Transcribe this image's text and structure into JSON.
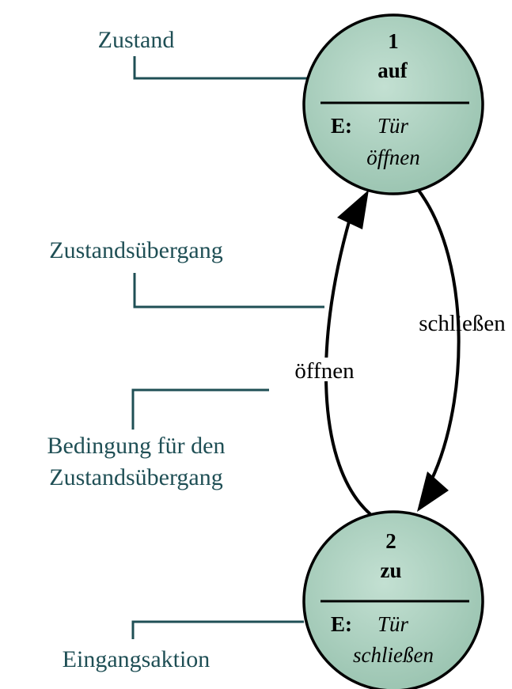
{
  "colors": {
    "state_fill": "#a8cdbb",
    "annotation_text": "#1f4f55",
    "leader_line": "#1f4f55",
    "outline": "#000000"
  },
  "annotations": {
    "state": "Zustand",
    "transition": "Zustandsübergang",
    "condition_line1": "Bedingung für den",
    "condition_line2": "Zustandsübergang",
    "entry_action": "Eingangsaktion"
  },
  "states": {
    "open": {
      "id": "1",
      "name": "auf",
      "entry_prefix": "E:",
      "entry_line1": "Tür",
      "entry_line2": "öffnen"
    },
    "closed": {
      "id": "2",
      "name": "zu",
      "entry_prefix": "E:",
      "entry_line1": "Tür",
      "entry_line2": "schließen"
    }
  },
  "transitions": {
    "close_label": "schließen",
    "open_label": "öffnen"
  }
}
